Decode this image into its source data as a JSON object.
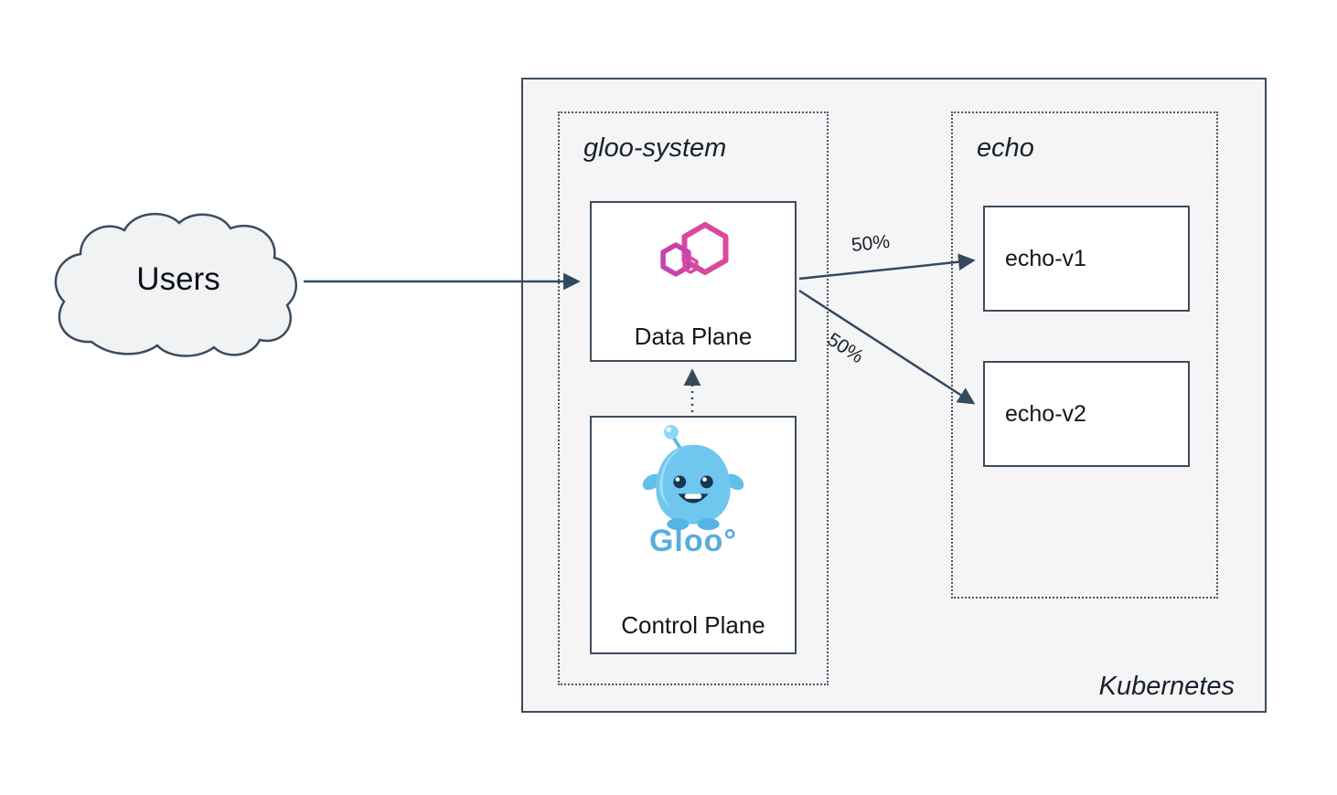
{
  "diagram": {
    "users": {
      "label": "Users"
    },
    "kubernetes": {
      "label": "Kubernetes"
    },
    "namespaces": {
      "gloo_system": {
        "label": "gloo-system"
      },
      "echo": {
        "label": "echo"
      }
    },
    "nodes": {
      "data_plane": {
        "label": "Data Plane"
      },
      "control_plane": {
        "label": "Control Plane",
        "wordmark": "Gloo°"
      },
      "echo_v1": {
        "label": "echo-v1"
      },
      "echo_v2": {
        "label": "echo-v2"
      }
    },
    "edges": {
      "users_to_data_plane": {
        "label": ""
      },
      "to_echo_v1": {
        "label": "50%"
      },
      "to_echo_v2": {
        "label": "50%"
      },
      "control_to_data": {
        "label": ""
      }
    },
    "icons": {
      "gloo_logo": "gloo-hexagons-logo",
      "gloo_mascot": "gloo-mascot"
    }
  },
  "colors": {
    "line": "#34495e",
    "panel_fill": "#f5f5f6",
    "node_fill": "#ffffff",
    "gloo_pink": "#d84a9e",
    "gloo_purple": "#c643b0",
    "gloo_blue": "#58ade0"
  }
}
